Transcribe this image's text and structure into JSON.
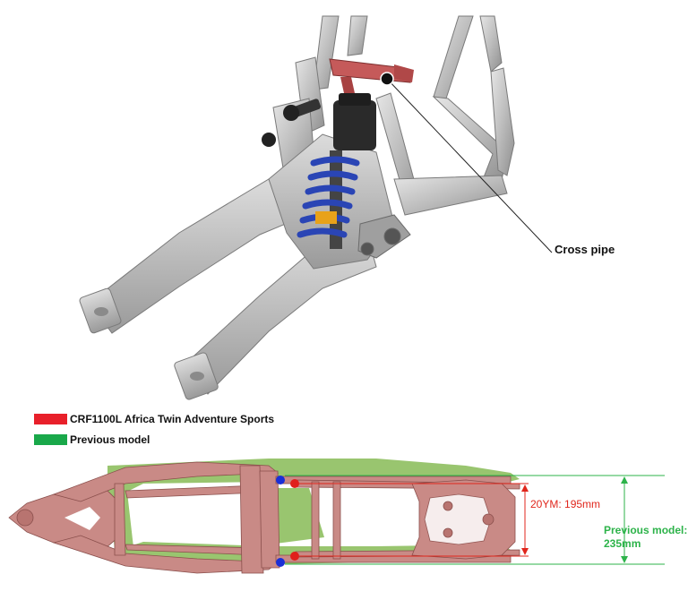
{
  "callout": {
    "label": "Cross pipe"
  },
  "legend": [
    {
      "label": "CRF1100L Africa Twin Adventure Sports",
      "color": "#e8202a"
    },
    {
      "label": "Previous model",
      "color": "#19a84a"
    }
  ],
  "dimensions": {
    "new_model": {
      "label": "20YM: 195mm",
      "color": "#e0261c"
    },
    "previous_model": {
      "label_line1": "Previous model:",
      "label_line2": "235mm",
      "color": "#2db34a"
    }
  },
  "colors": {
    "frame_new": "#c98a86",
    "frame_prev": "#8fbf60",
    "cross_pipe": "#c55a5a",
    "spring": "#2a45b5",
    "metal": "#c4c4c4",
    "marker_blue": "#1a2fd6",
    "marker_red": "#e0201c"
  }
}
